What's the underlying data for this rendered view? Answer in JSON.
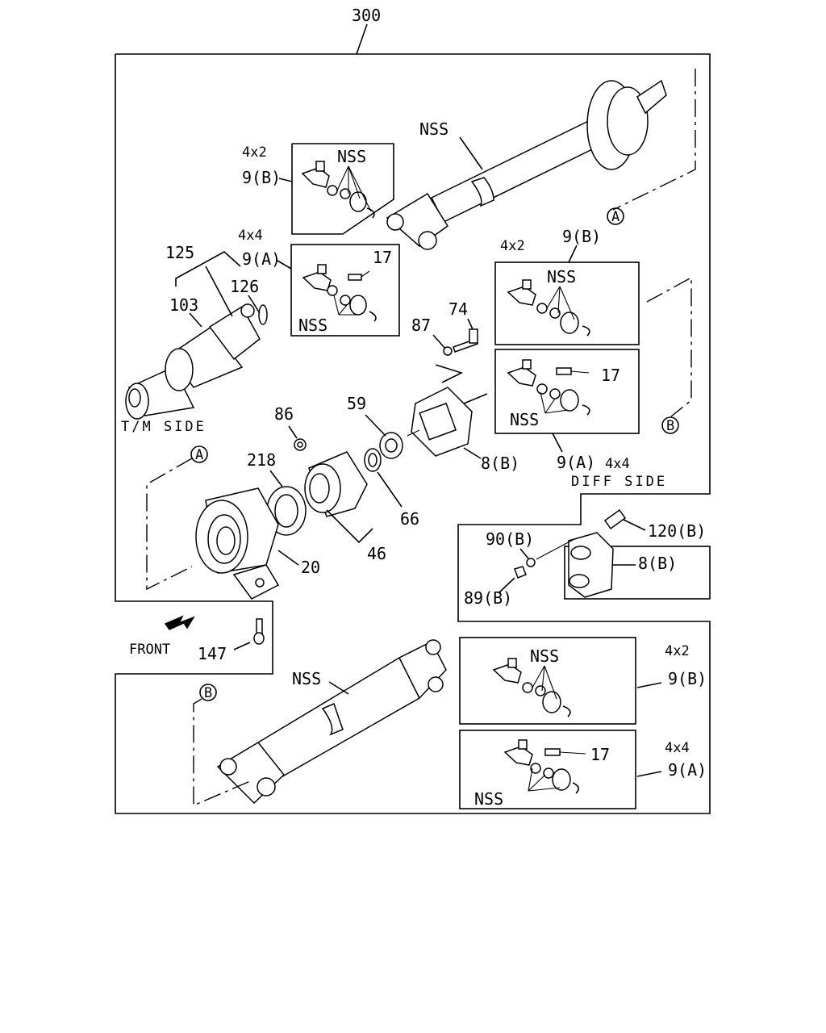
{
  "diagram": {
    "assembly_number": "300",
    "labels": {
      "nss": "NSS",
      "config_4x2": "4x2",
      "config_4x4": "4x4",
      "ujoint_b": "9(B)",
      "ujoint_a": "9(A)",
      "grease_fitting": "17",
      "yoke_125": "125",
      "snap_ring_126": "126",
      "sleeve_103": "103",
      "washer_87": "87",
      "bolt_74": "74",
      "nut_86": "86",
      "bushing_59": "59",
      "flange_8b": "8(B)",
      "shim_218": "218",
      "washer_66": "66",
      "bearing_46": "46",
      "support_20": "20",
      "bolt_120b": "120(B)",
      "washer_90b": "90(B)",
      "nut_89b": "89(B)",
      "bolt_147": "147",
      "ref_a": "A",
      "ref_b": "B"
    },
    "notes": {
      "tm_side": "T/M SIDE",
      "diff_side": "DIFF SIDE",
      "front": "FRONT"
    }
  }
}
